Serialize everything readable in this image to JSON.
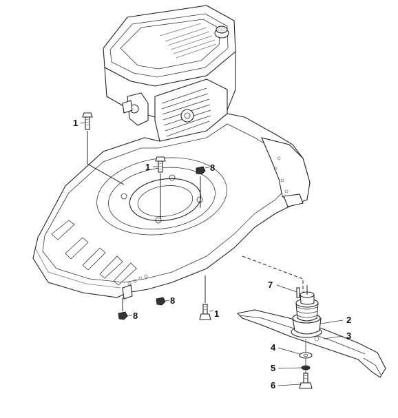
{
  "callouts": [
    {
      "id": "c1a",
      "label": "1",
      "part": "bolt"
    },
    {
      "id": "c1b",
      "label": "1",
      "part": "bolt"
    },
    {
      "id": "c1c",
      "label": "1",
      "part": "bolt"
    },
    {
      "id": "c8a",
      "label": "8",
      "part": "nut"
    },
    {
      "id": "c8b",
      "label": "8",
      "part": "nut"
    },
    {
      "id": "c8c",
      "label": "8",
      "part": "nut"
    },
    {
      "id": "c7",
      "label": "7",
      "part": "pin"
    },
    {
      "id": "c2",
      "label": "2",
      "part": "blade-adapter"
    },
    {
      "id": "c3",
      "label": "3",
      "part": "blade"
    },
    {
      "id": "c4",
      "label": "4",
      "part": "washer"
    },
    {
      "id": "c5",
      "label": "5",
      "part": "lock-washer"
    },
    {
      "id": "c6",
      "label": "6",
      "part": "blade-bolt"
    }
  ]
}
